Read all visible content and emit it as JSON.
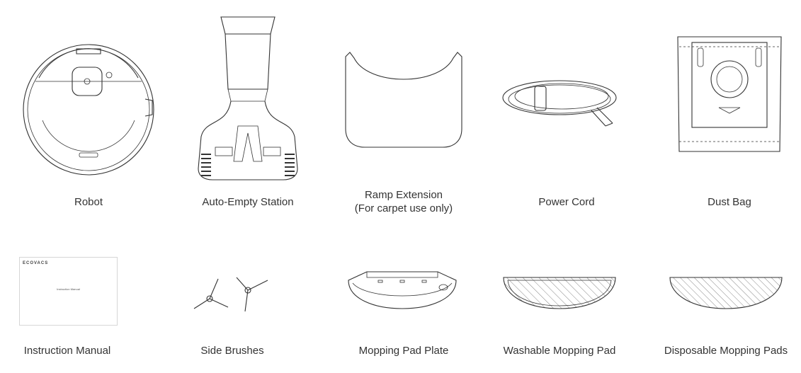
{
  "row1": [
    {
      "name": "Robot",
      "icon": "robot-vacuum-icon"
    },
    {
      "name": "Auto-Empty Station",
      "icon": "auto-empty-station-icon"
    },
    {
      "name": "Ramp Extension",
      "sub": "(For carpet use only)",
      "icon": "ramp-extension-icon"
    },
    {
      "name": "Power Cord",
      "icon": "power-cord-icon"
    },
    {
      "name": "Dust Bag",
      "icon": "dust-bag-icon"
    }
  ],
  "row2": [
    {
      "name": "Instruction Manual",
      "icon": "instruction-manual-icon",
      "brand": "ECOVACS",
      "cover_title": "Instruction Manual"
    },
    {
      "name": "Side Brushes",
      "icon": "side-brushes-icon"
    },
    {
      "name": "Mopping Pad Plate",
      "icon": "mopping-pad-plate-icon"
    },
    {
      "name": "Washable Mopping Pad",
      "icon": "washable-mopping-pad-icon"
    },
    {
      "name": "Disposable Mopping Pads",
      "icon": "disposable-mopping-pads-icon"
    }
  ]
}
